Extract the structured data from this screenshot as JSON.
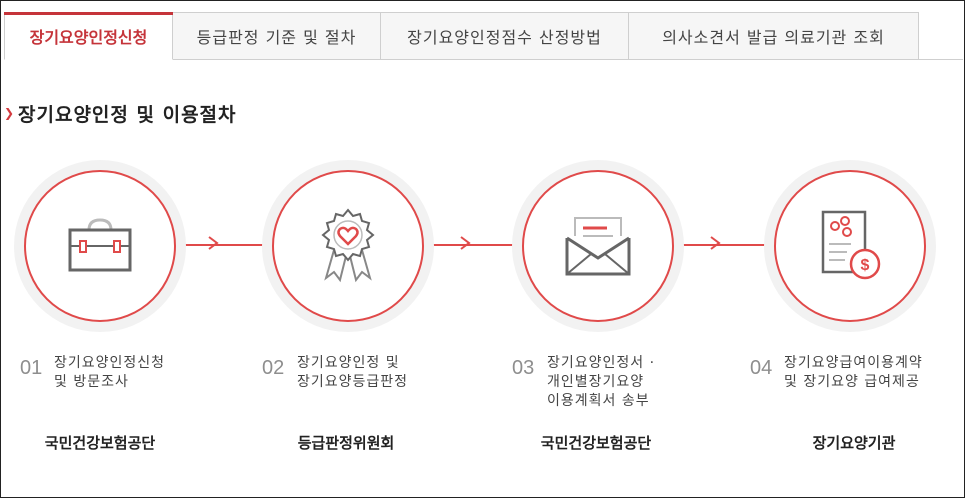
{
  "tabs": [
    {
      "label": "장기요양인정신청",
      "active": true
    },
    {
      "label": "등급판정 기준 및 절차",
      "active": false
    },
    {
      "label": "장기요양인정점수 산정방법",
      "active": false
    },
    {
      "label": "의사소견서 발급 의료기관 조회",
      "active": false
    }
  ],
  "section": {
    "title": "장기요양인정 및 이용절차"
  },
  "steps": [
    {
      "num": "01",
      "line1": "장기요양인정신청",
      "line2": "및 방문조사",
      "line3": "",
      "org": "국민건강보험공단",
      "icon": "briefcase-icon"
    },
    {
      "num": "02",
      "line1": "장기요양인정 및",
      "line2": "장기요양등급판정",
      "line3": "",
      "org": "등급판정위원회",
      "icon": "award-ribbon-icon"
    },
    {
      "num": "03",
      "line1": "장기요양인정서 ·",
      "line2": "개인별장기요양",
      "line3": "이용계획서 송부",
      "org": "국민건강보험공단",
      "icon": "envelope-icon"
    },
    {
      "num": "04",
      "line1": "장기요양급여이용계약",
      "line2": "및 장기요양 급여제공",
      "line3": "",
      "org": "장기요양기관",
      "icon": "document-money-icon"
    }
  ],
  "colors": {
    "accent": "#c5343a",
    "ring": "#e04a4a",
    "icon_gray": "#666666"
  }
}
